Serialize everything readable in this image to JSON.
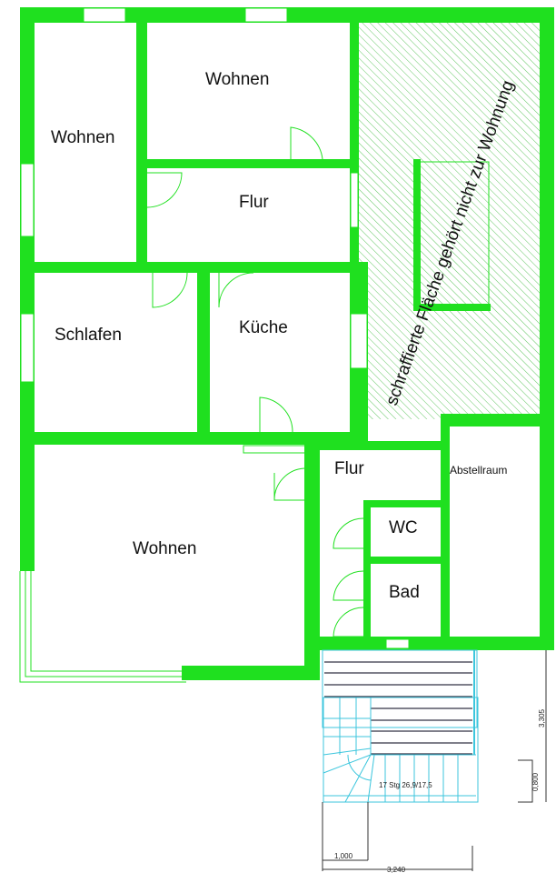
{
  "rooms": {
    "wohnen_top": "Wohnen",
    "wohnen_left": "Wohnen",
    "flur_top": "Flur",
    "schlafen": "Schlafen",
    "kueche": "Küche",
    "wohnen_bottom": "Wohnen",
    "flur_bottom": "Flur",
    "abstellraum": "Abstellraum",
    "wc": "WC",
    "bad": "Bad"
  },
  "hatch_note": "schraffierte Fläche gehört nicht zur Wohnung",
  "stair_label": "17 Stg 26,9/17,5",
  "dimensions": {
    "d1": "3,305",
    "d2": "0,800",
    "d3": "1,000",
    "d4": "3,240"
  },
  "colors": {
    "wall": "#1fe01f",
    "stair": "#3cc6dd"
  }
}
